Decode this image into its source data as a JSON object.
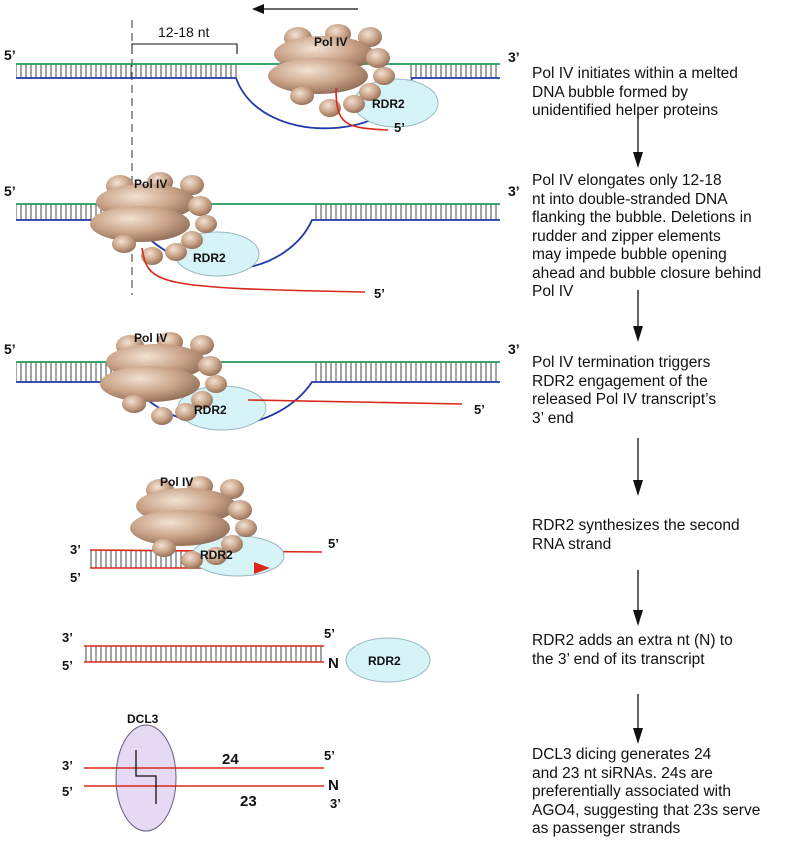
{
  "colors": {
    "dna_top": "#1f9a5a",
    "dna_bottom": "#1f3aa8",
    "rna": "#d8281b",
    "pol": "#c9a488",
    "rdr2_fill": "#d6f3f7",
    "dcl3_fill": "#e6d9f3"
  },
  "row1": {
    "bracket_label": "12-18 nt",
    "end_left": "5’",
    "end_right": "3’",
    "pol_label": "Pol IV",
    "rdr_label": "RDR2",
    "rna_end": "5’",
    "description": [
      "Pol IV initiates within a melted",
      "DNA bubble formed by",
      "unidentified helper proteins"
    ]
  },
  "row2": {
    "end_left": "5’",
    "end_right": "3’",
    "pol_label": "Pol IV",
    "rdr_label": "RDR2",
    "rna_end": "5’",
    "description": [
      "Pol IV elongates only 12-18",
      "nt into double-stranded DNA",
      "flanking the bubble. Deletions in",
      "rudder and zipper elements",
      "may impede bubble opening",
      "ahead and bubble closure behind",
      "Pol IV"
    ]
  },
  "row3": {
    "end_left": "5’",
    "end_right": "3’",
    "pol_label": "Pol IV",
    "rdr_label": "RDR2",
    "rna_end": "5’",
    "description": [
      "Pol IV termination triggers",
      "RDR2 engagement of the",
      "released Pol IV transcript’s",
      "3’ end"
    ]
  },
  "row4": {
    "pol_label": "Pol IV",
    "rdr_label": "RDR2",
    "top_left": "3’",
    "bottom_left": "5’",
    "top_right": "5’",
    "description": [
      "RDR2 synthesizes the second",
      "RNA strand"
    ]
  },
  "row5": {
    "top_left": "3’",
    "bottom_left": "5’",
    "top_right": "5’",
    "n_label": "N",
    "rdr_label": "RDR2",
    "description": [
      "RDR2 adds an extra nt (N) to",
      "the 3’ end of its transcript"
    ]
  },
  "row6": {
    "dcl_label": "DCL3",
    "top_left": "3’",
    "bottom_left": "5’",
    "top_right": "5’",
    "n_label": "N",
    "bottom_right": "3’",
    "len_top": "24",
    "len_bottom": "23",
    "description": [
      "DCL3 dicing generates 24",
      "and 23 nt  siRNAs. 24s are",
      "preferentially associated with",
      "AGO4, suggesting that 23s serve",
      "as passenger strands"
    ]
  }
}
